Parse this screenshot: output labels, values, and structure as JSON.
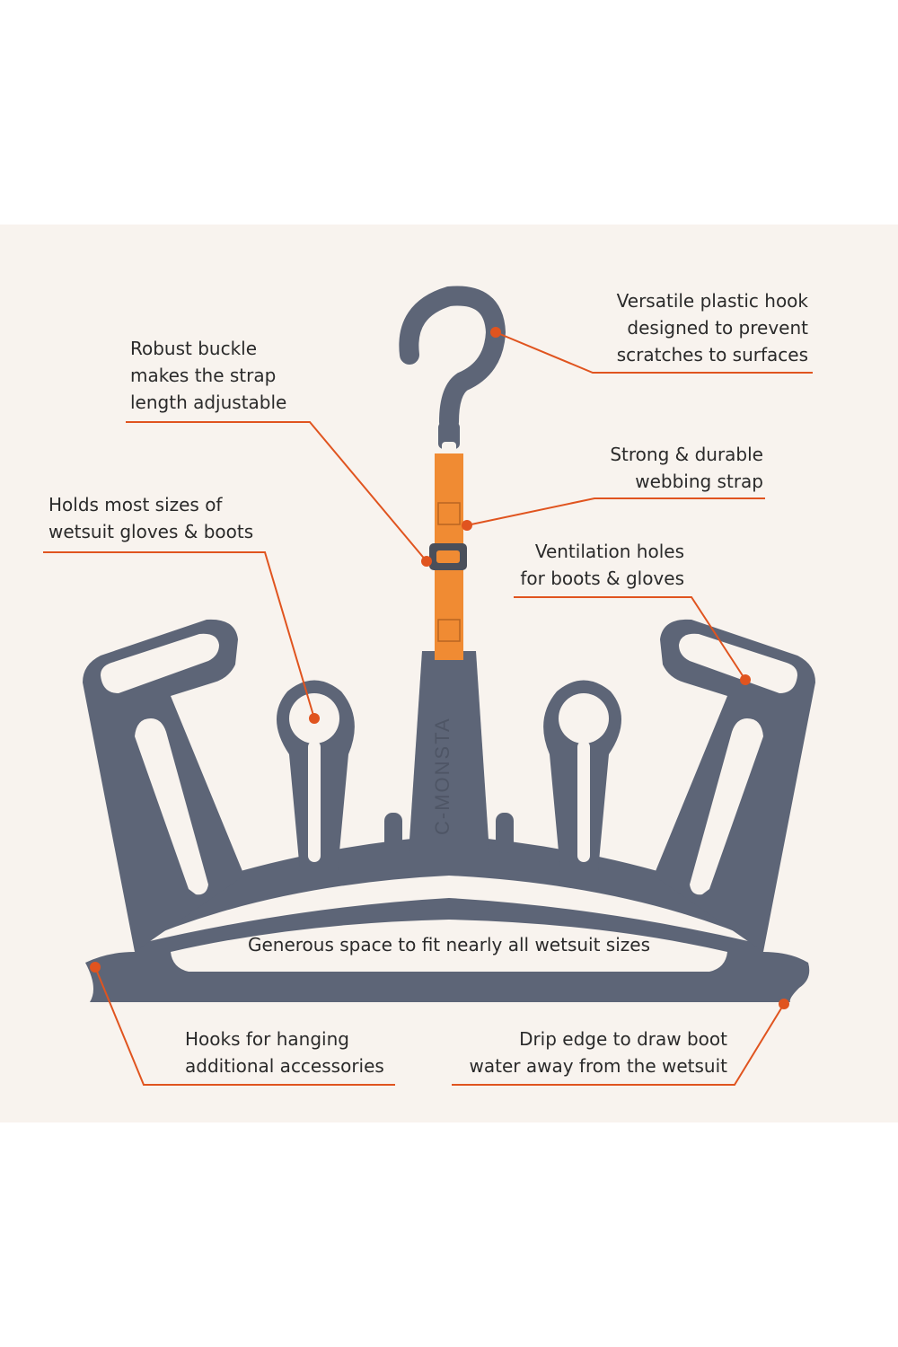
{
  "callouts": {
    "hook": [
      "Versatile plastic hook",
      "designed to prevent",
      "scratches to surfaces"
    ],
    "buckle": [
      "Robust buckle",
      "makes the strap",
      "length adjustable"
    ],
    "strap": [
      "Strong & durable",
      "webbing strap"
    ],
    "gloves": [
      "Holds most sizes of",
      "wetsuit gloves & boots"
    ],
    "ventilation": [
      "Ventilation holes",
      "for boots & gloves"
    ],
    "space": "Generous space to fit nearly all wetsuit sizes",
    "accessory_hooks": [
      "Hooks for hanging",
      "additional accessories"
    ],
    "drip_edge": [
      "Drip edge to draw boot",
      "water away from the wetsuit"
    ]
  },
  "logo_text": "C-MONSTA",
  "colors": {
    "accent": "#e0541f",
    "hanger": "#5d6577",
    "strap": "#f08b33",
    "background": "#f8f3ee"
  }
}
